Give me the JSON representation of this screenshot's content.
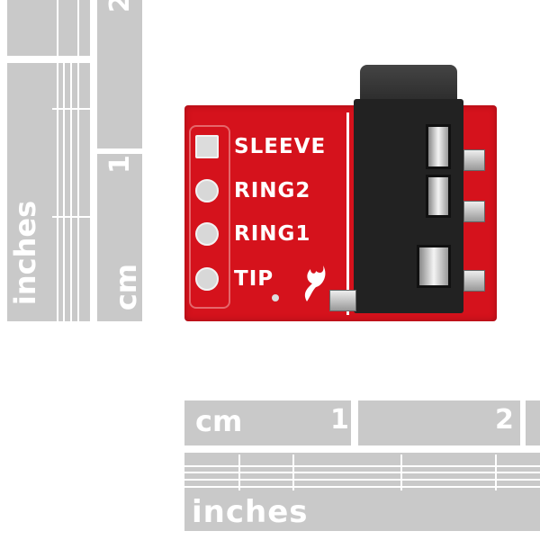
{
  "vertical_ruler": {
    "inches_label": "inches",
    "cm_label": "cm",
    "cm_marks": [
      "1",
      "2"
    ]
  },
  "horizontal_ruler": {
    "inches_label": "inches",
    "cm_label": "cm",
    "cm_marks": [
      "1",
      "2"
    ]
  },
  "board": {
    "color": "#d5121c",
    "pin_labels": [
      "SLEEVE",
      "RING2",
      "RING1",
      "TIP"
    ]
  }
}
